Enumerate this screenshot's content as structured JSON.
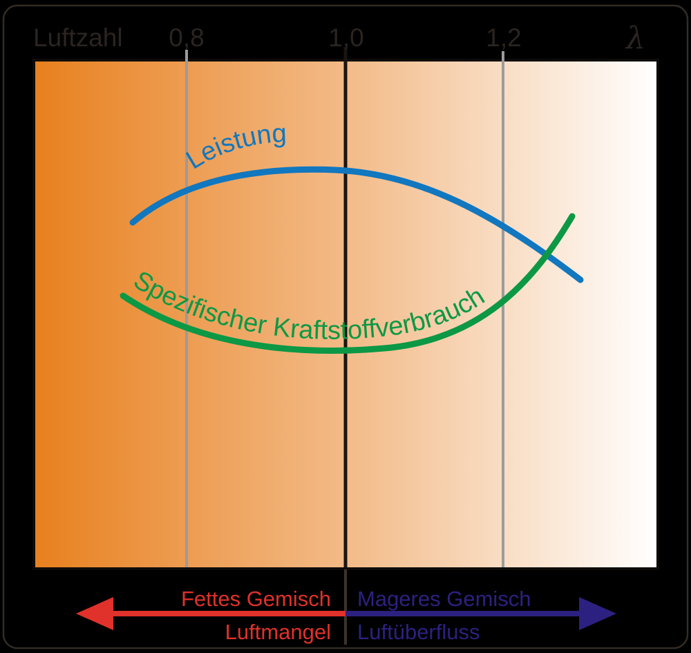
{
  "axis": {
    "label": "Luftzahl",
    "symbol": "λ",
    "ticks": [
      {
        "value": "0,8",
        "lambda": 0.8
      },
      {
        "value": "1,0",
        "lambda": 1.0
      },
      {
        "value": "1,2",
        "lambda": 1.2
      }
    ]
  },
  "curves": {
    "leistung": {
      "label": "Leistung",
      "color": "#1177bf"
    },
    "verbrauch": {
      "label": "Spezifischer Kraftstoffverbrauch",
      "color": "#0c9845"
    }
  },
  "bottom": {
    "left": {
      "line1": "Fettes Gemisch",
      "line2": "Luftmangel",
      "color": "#e0312a",
      "direction": "left"
    },
    "right": {
      "line1": "Mageres Gemisch",
      "line2": "Luftüberfluss",
      "color": "#2c2180",
      "direction": "right"
    }
  },
  "colors": {
    "background": "#000000",
    "gradient_left": "#e8801e",
    "gradient_right": "#ffffff",
    "axis_text": "#2b2420",
    "gridline_gray": "#9b9b9b",
    "gridline_black": "#191512",
    "divider_bottom": "#3b332c",
    "blue_curve": "#1177bf",
    "green_curve": "#0c9845",
    "red_arrow": "#e0312a",
    "navy_arrow": "#2c2180"
  },
  "chart_data": {
    "type": "line",
    "title": "",
    "xlabel": "Luftzahl (λ)",
    "ylabel": "",
    "x_axis": {
      "ticks": [
        0.8,
        1.0,
        1.2
      ],
      "tick_labels": [
        "0,8",
        "1,0",
        "1,2"
      ],
      "range": [
        0.61,
        1.39
      ],
      "symbol": "λ"
    },
    "y_axis": {
      "visible": false,
      "units": "relative (no scale shown)",
      "range": [
        0,
        1
      ]
    },
    "grid": {
      "vertical_lines": [
        0.8,
        1.0,
        1.2
      ],
      "horizontal": false
    },
    "background": "horizontal gradient from rich orange (rich mixture, left) to white (lean mixture, right)",
    "series": [
      {
        "name": "Leistung",
        "color": "#1177bf",
        "x": [
          0.73,
          0.8,
          0.89,
          0.93,
          0.98,
          1.05,
          1.11,
          1.2,
          1.26,
          1.3
        ],
        "y": [
          0.7,
          0.94,
          0.98,
          0.99,
          0.975,
          0.91,
          0.855,
          0.62,
          0.5,
          0.4
        ],
        "note": "Engine power: rises steeply, peaks slightly rich of lambda=1, falls toward lean side"
      },
      {
        "name": "Spezifischer Kraftstoffverbrauch",
        "color": "#0c9845",
        "x": [
          0.72,
          0.8,
          0.91,
          1.0,
          1.03,
          1.13,
          1.2,
          1.25,
          1.29
        ],
        "y": [
          0.32,
          0.18,
          0.06,
          0.03,
          0.02,
          0.13,
          0.335,
          0.56,
          0.735
        ],
        "note": "Specific fuel consumption: minimum slightly lean of lambda=1, rises steeply at very lean mixtures"
      }
    ],
    "annotations": [
      {
        "text": "Fettes Gemisch / Luftmangel",
        "region": "lambda < 1.0",
        "color": "#e0312a",
        "arrow": "pointing left"
      },
      {
        "text": "Mageres Gemisch / Luftüberfluss",
        "region": "lambda > 1.0",
        "color": "#2c2180",
        "arrow": "pointing right"
      }
    ],
    "legend": "labels drawn along the curves"
  }
}
